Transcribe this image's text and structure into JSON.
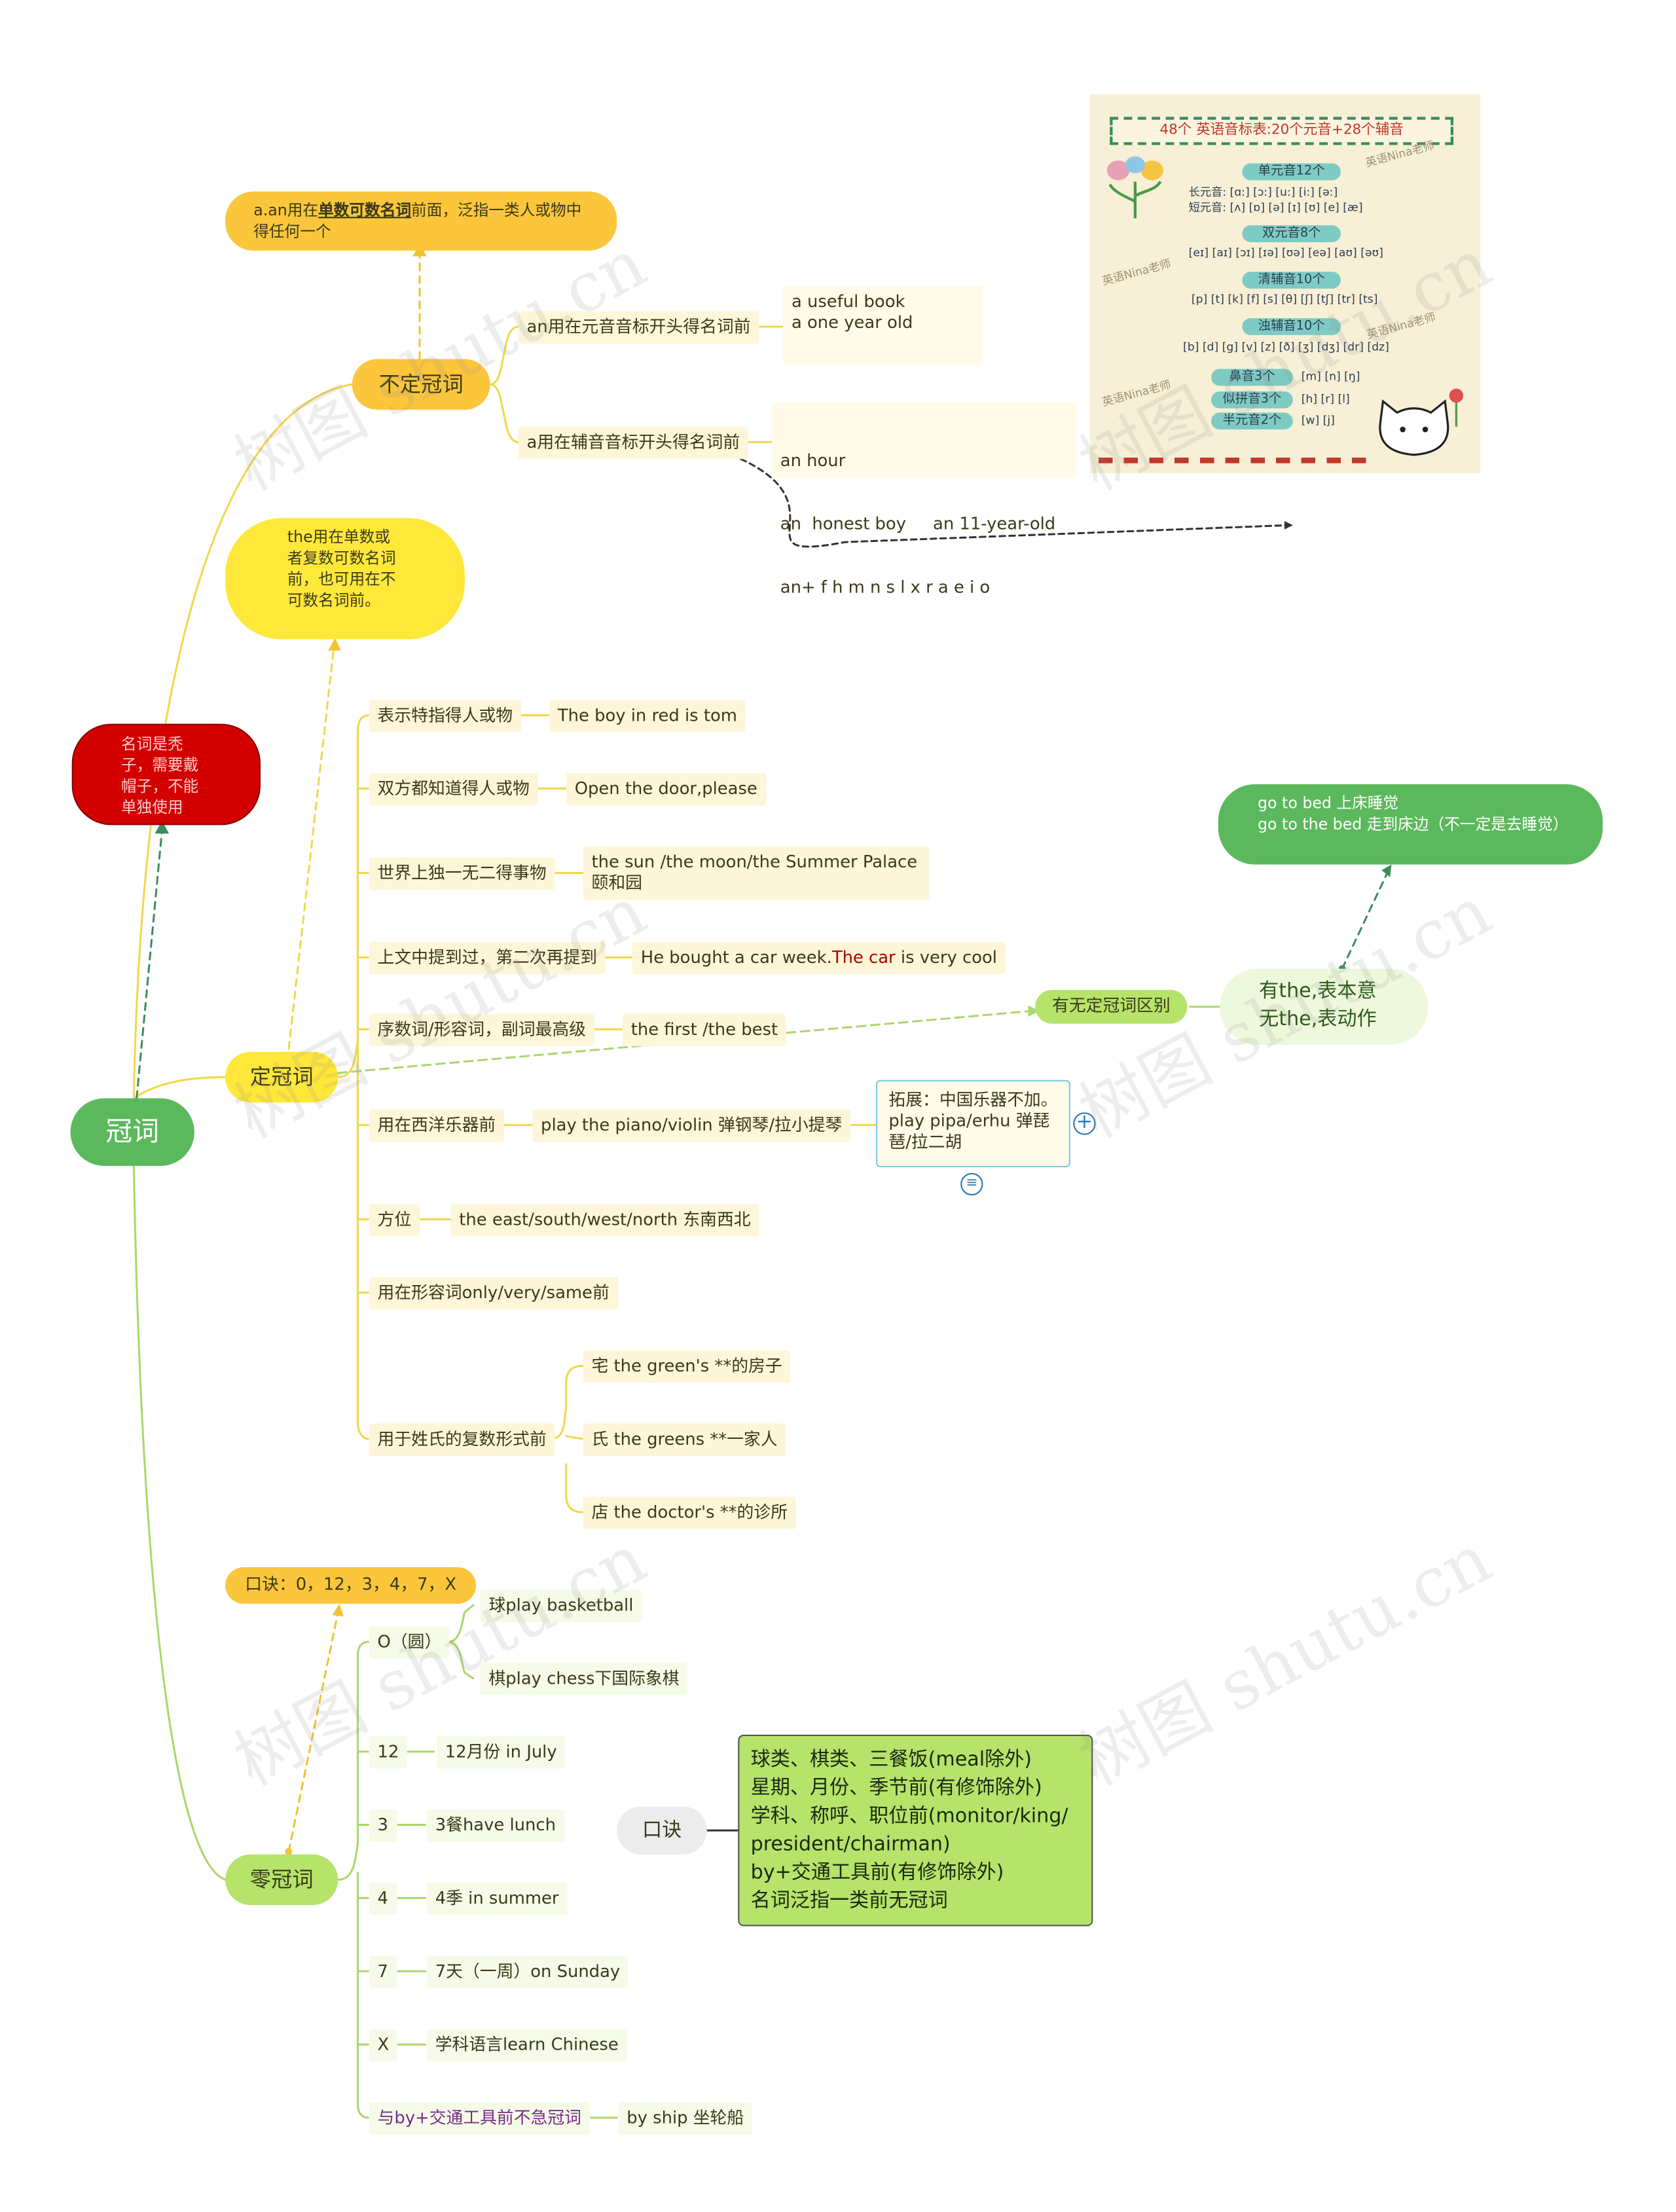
{
  "colors": {
    "root": "#5cb85c",
    "yellow": "#ffe83a",
    "orange": "#fbc63c",
    "green": "#5cb85c",
    "light_green": "#b6e36a",
    "red": "#d40000",
    "link_yellow": "#f1d84a",
    "link_green": "#a8d86a"
  },
  "root": {
    "label": "冠词"
  },
  "note_noun": "名词是秃子，需要戴帽子，不能单独使用",
  "indefinite": {
    "label": "不定冠词",
    "note": {
      "before": "a.an用在",
      "bold": "单数可数名词",
      "after": "前面，泛指一类人或物中得任何一个"
    },
    "an_rule": "an用在元音音标开头得名词前",
    "an_examples": [
      "a useful book",
      "a one year old"
    ],
    "a_rule": "a用在辅音音标开头得名词前",
    "a_examples": [
      "an hour",
      "an  honest boy     an 11-year-old",
      "an+ f h m n s l x r a e i o"
    ]
  },
  "definite": {
    "label": "定冠词",
    "note": "the用在单数或者复数可数名词前，也可用在不可数名词前。",
    "rules": [
      {
        "rule": "表示特指得人或物",
        "example": "The boy in red is tom"
      },
      {
        "rule": "双方都知道得人或物",
        "example": "Open the door,please"
      },
      {
        "rule": "世界上独一无二得事物",
        "example": "the sun /the moon/the Summer Palace颐和园"
      },
      {
        "rule": "上文中提到过，第二次再提到",
        "example": "He bought a car week.",
        "example_red": "The car",
        "example_tail": " is very cool"
      },
      {
        "rule": "序数词/形容词，副词最高级",
        "example": "the first  /the best"
      },
      {
        "rule": "用在西洋乐器前",
        "example": "play the piano/violin 弹钢琴/拉小提琴"
      },
      {
        "rule": "方位",
        "example": "the east/south/west/north 东南西北"
      },
      {
        "rule": "用在形容词only/very/same前"
      },
      {
        "rule": "用于姓氏的复数形式前"
      }
    ],
    "surname_examples": [
      "宅 the green's  **的房子",
      "氏 the greens **一家人",
      "店 the doctor's **的诊所"
    ],
    "extension": "拓展：中国乐器不加。play pipa/erhu 弹琵琶/拉二胡",
    "with_without": "有无定冠词区别",
    "meaning": [
      "有the,表本意",
      "无the,表动作"
    ],
    "bed_examples": [
      "go to bed  上床睡觉",
      "go to the bed 走到床边（不一定是去睡觉）"
    ]
  },
  "zero": {
    "label": "零冠词",
    "mnemonic_top": "口诀：0，12，3，4，7，X",
    "items": [
      {
        "key": "O（圆）",
        "examples": [
          "球play basketball",
          "棋play chess下国际象棋"
        ]
      },
      {
        "key": "12",
        "examples": [
          "12月份  in July"
        ]
      },
      {
        "key": "3",
        "examples": [
          "3餐have lunch"
        ]
      },
      {
        "key": "4",
        "examples": [
          "4季 in summer"
        ]
      },
      {
        "key": "7",
        "examples": [
          "7天（一周）on Sunday"
        ]
      },
      {
        "key": "X",
        "examples": [
          "学科语言learn Chinese"
        ]
      },
      {
        "key": "与by+交通工具前不急冠词",
        "examples": [
          "by ship 坐轮船"
        ]
      }
    ],
    "mnemonic_label": "口诀",
    "mnemonic_lines": [
      "球类、棋类、三餐饭(meal除外)",
      "星期、月份、季节前(有修饰除外)",
      "学科、称呼、职位前(monitor/king/president/chairman)",
      "by+交通工具前(有修饰除外)",
      "名词泛指一类前无冠词"
    ]
  },
  "phonetic_chart": {
    "title": "48个 英语音标表:20个元音+28个辅音",
    "sections": [
      {
        "tag": "单元音12个",
        "rows": [
          "长元音: [ɑ:] [ɔ:] [u:] [i:] [ə:]",
          "短元音: [ʌ] [ɒ] [ə] [ɪ] [ʊ] [e] [æ]"
        ]
      },
      {
        "tag": "双元音8个",
        "rows": [
          "[eɪ] [aɪ] [ɔɪ] [ɪə] [ʊə] [eə] [aʊ] [əʊ]"
        ]
      },
      {
        "tag": "清辅音10个",
        "rows": [
          "[p] [t] [k] [f] [s] [θ] [ʃ] [tʃ] [tr] [ts]"
        ]
      },
      {
        "tag": "浊辅音10个",
        "rows": [
          "[b] [d] [g] [v] [z] [ð] [ʒ] [dʒ] [dr] [dz]"
        ]
      }
    ],
    "others": [
      {
        "tag": "鼻音3个",
        "row": "[m] [n] [ŋ]"
      },
      {
        "tag": "似拼音3个",
        "row": "[h] [r] [l]"
      },
      {
        "tag": "半元音2个",
        "row": "[w] [j]"
      }
    ],
    "watermark": "英语Nina老师"
  },
  "watermarks": [
    "树图 shutu.cn"
  ]
}
